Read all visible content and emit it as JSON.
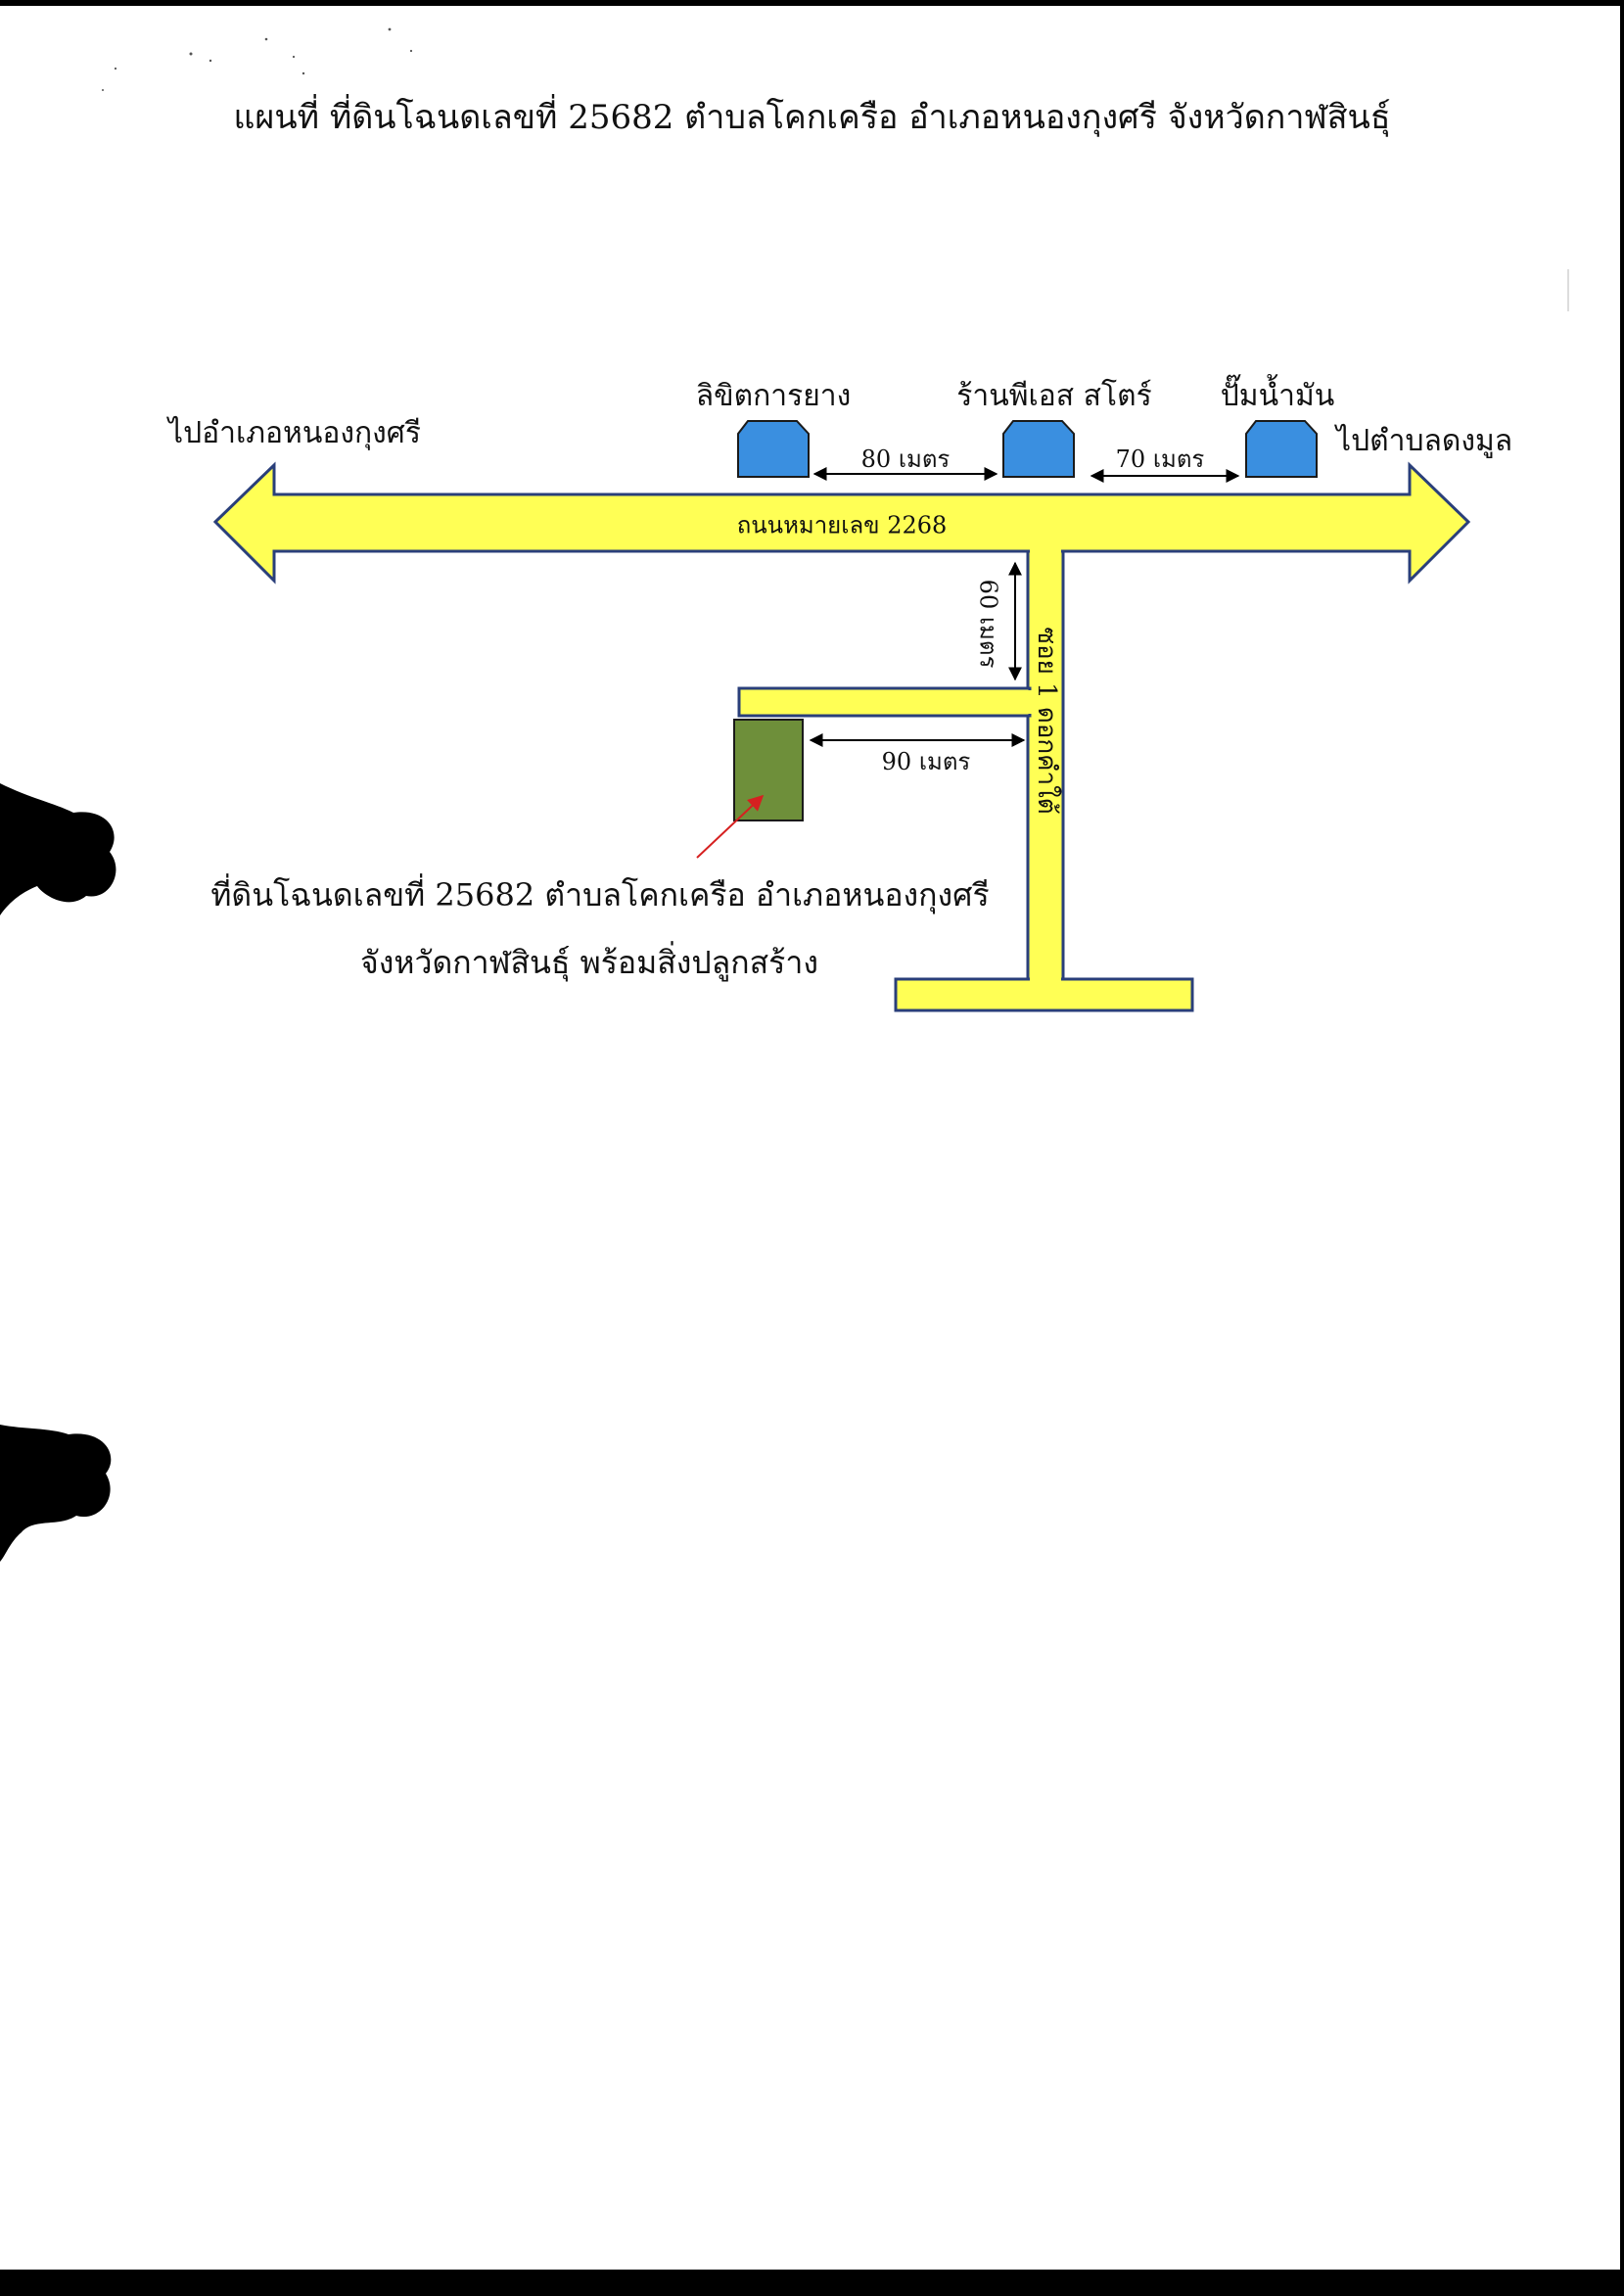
{
  "title": "แผนที่  ที่ดินโฉนดเลขที่ 25682  ตำบลโคกเครือ  อำเภอหนองกุงศรี  จังหวัดกาฬสินธุ์",
  "main_road": {
    "label": "ถนนหมายเลข 2268",
    "left_destination": "ไปอำเภอหนองกุงศรี",
    "right_destination": "ไปตำบลดงมูล",
    "color": "#FFFF55"
  },
  "side_road": {
    "label": "ซอย 1 ดอกคำใต้"
  },
  "landmarks": [
    {
      "label": "ลิขิตการยาง"
    },
    {
      "label": "ร้านพีเอส สโตร์"
    },
    {
      "label": "ปั๊มน้ำมัน"
    }
  ],
  "landmark_color": "#3A8FE0",
  "distances": {
    "between_landmark_1_2": "80 เมตร",
    "between_landmark_2_3": "70 เมตร",
    "down_side_road": "60 เมตร",
    "plot_to_side_road": "90 เมตร"
  },
  "plot": {
    "color": "#6E8F3A",
    "caption_line1": "ที่ดินโฉนดเลขที่  25682  ตำบลโคกเครือ  อำเภอหนองกุงศรี",
    "caption_line2": "จังหวัดกาฬสินธุ์  พร้อมสิ่งปลูกสร้าง"
  }
}
